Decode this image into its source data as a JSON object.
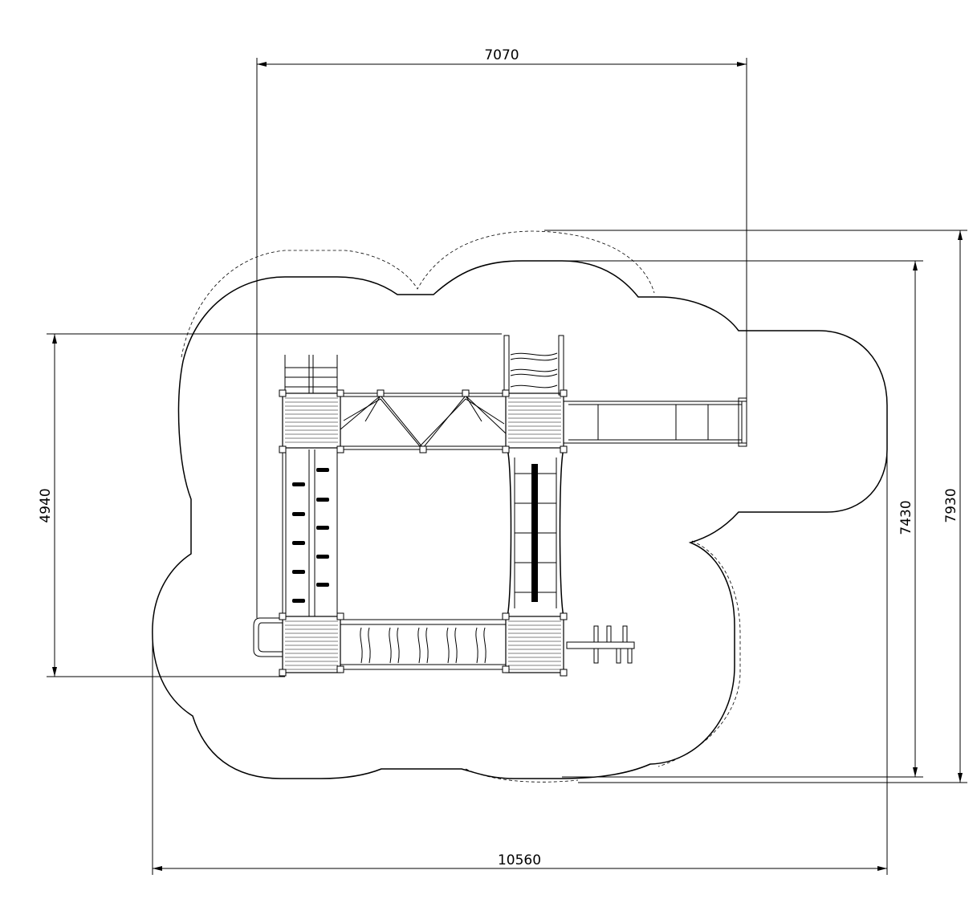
{
  "dimensions": {
    "top_width": "7070",
    "bottom_width": "10560",
    "left_height": "4940",
    "right_height_inner": "7430",
    "right_height_outer": "7930"
  },
  "colors": {
    "line": "#000000",
    "background": "#ffffff"
  }
}
